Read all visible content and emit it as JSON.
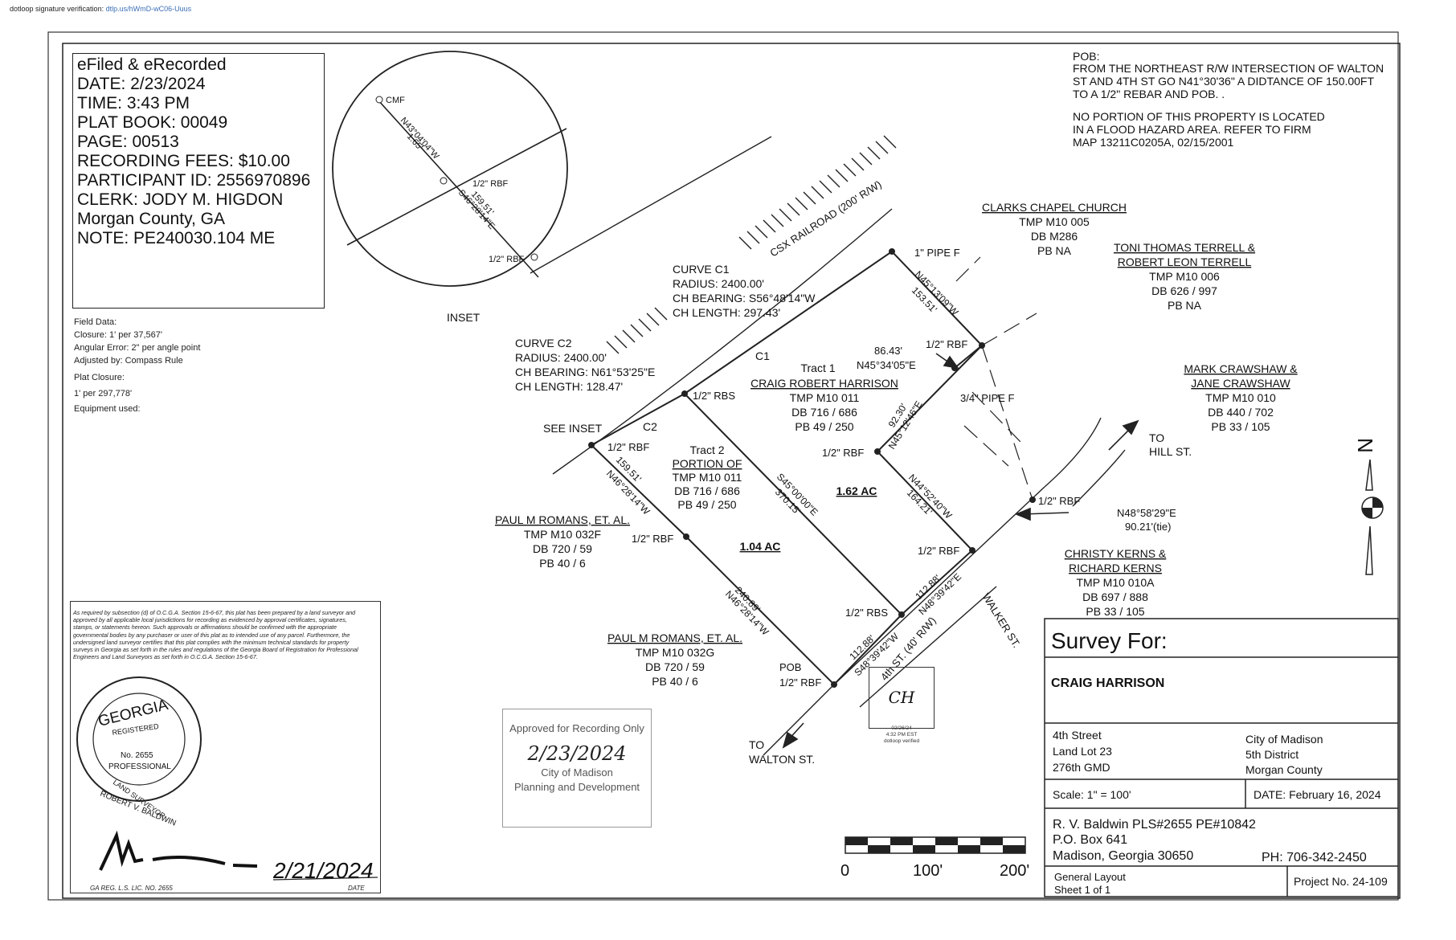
{
  "verification": {
    "label": "dotloop signature verification:",
    "link": "dtlp.us/hWmD-wC06-Uuus"
  },
  "recording": {
    "efiled": "eFiled & eRecorded",
    "date": "DATE: 2/23/2024",
    "time": "TIME: 3:43 PM",
    "plat_book": "PLAT BOOK: 00049",
    "page": "PAGE: 00513",
    "fees": "RECORDING FEES: $10.00",
    "participant": "PARTICIPANT ID: 2556970896",
    "clerk": "CLERK: JODY M. HIGDON",
    "county": "Morgan County, GA",
    "note": "NOTE: PE240030.104 ME"
  },
  "field_data": {
    "title": "Field Data:",
    "closure": "Closure: 1' per 37,567'",
    "angular": "Angular Error: 2\" per angle point",
    "adjusted": "Adjusted by: Compass Rule",
    "plat_closure": "Plat Closure:",
    "plat_closure_val": "1' per 297,778'",
    "equipment": "Equipment used:"
  },
  "legal_text": "As required by subsection (d) of O.C.G.A. Section 15-6-67, this plat has been prepared by a land surveyor and approved by all applicable local jurisdictions for recording as evidenced by approval certificates, signatures, stamps, or statements hereon. Such approvals or affirmations should be confirmed with the appropriate governmental bodies by any purchaser or user of this plat as to intended use of any parcel. Furthermore, the undersigned land surveyor certifies that this plat complies with the minimum technical standards for property surveys in Georgia as set forth in the rules and regulations of the Georgia Board of Registration for Professional Engineers and Land Surveyors as set forth in O.C.G.A. Section 15-6-67.",
  "seal": {
    "state": "GEORGIA",
    "registered": "REGISTERED",
    "number": "No. 2655",
    "professional": "PROFESSIONAL",
    "land_surveyor": "LAND SURVEYOR",
    "name": "ROBERT V. BALDWIN",
    "sign_date": "2/21/2024",
    "reg_lic": "GA REG. L.S. LIC. NO. 2655",
    "date_label": "DATE"
  },
  "approved": {
    "header": "Approved for Recording Only",
    "sign_date": "2/23/2024",
    "city": "City of Madison",
    "dept": "Planning and Development"
  },
  "stamp": {
    "initials": "CH",
    "date": "02/26/24",
    "time": "4:32 PM EST",
    "note": "dotloop verified"
  },
  "notes": {
    "pob_title": "POB:",
    "pob_line1": "FROM THE NORTHEAST R/W INTERSECTION OF WALTON",
    "pob_line2": "ST AND 4TH ST GO N41°30'36\" A DIDTANCE OF 150.00FT",
    "pob_line3": "TO A 1/2\" REBAR AND POB. .",
    "flood_line1": "NO PORTION OF THIS PROPERTY IS  LOCATED",
    "flood_line2": "IN A FLOOD HAZARD AREA.  REFER TO FIRM",
    "flood_line3": "MAP 13211C0205A, 02/15/2001"
  },
  "inset": {
    "label": "INSET",
    "cmf": "CMF",
    "brg1": "N43°04'04\"W",
    "dist1": "1.65'",
    "rbf1": "1/2\" RBF",
    "dist2": "159.51'",
    "brg2": "S46°28'14\"E",
    "rbf2": "1/2\" RBF"
  },
  "plat": {
    "railroad": "CSX RAILROAD (200' R/W)",
    "curve_c1": {
      "name": "CURVE C1",
      "radius": "RADIUS:        2400.00'",
      "ch_bearing": "CH BEARING: S56°48'14\"W",
      "ch_length": "CH LENGTH:   297.43'"
    },
    "curve_c2": {
      "name": "CURVE C2",
      "radius": "RADIUS:        2400.00'",
      "ch_bearing": "CH BEARING: N61°53'25\"E",
      "ch_length": "CH LENGTH:   128.47'"
    },
    "c1": "C1",
    "c2": "C2",
    "see_inset": "SEE INSET",
    "pipe_f_1": "1\" PIPE F",
    "pipe_f_34": "3/4\" PIPE F",
    "rbf": "1/2\" RBF",
    "rbs": "1/2\" RBS",
    "pob": "POB",
    "brg_n45_13": "N45°13'09\"W",
    "dist_153": "153.51'",
    "dist_86": "86.43'",
    "brg_n45_34": "N45°34'05\"E",
    "dist_92": "92.30'",
    "brg_n45_12": "N45°12'46\"E",
    "brg_n44_52": "N44°52'40\"W",
    "dist_164": "164.21'",
    "brg_s45_00": "S45°00'00\"E",
    "dist_370": "370.15'",
    "dist_159": "159.51'",
    "brg_n46_1": "N46°28'14\"W",
    "dist_240": "240.89'",
    "brg_n46_2": "N46°28'14\"W",
    "dist_112a": "112.88'",
    "brg_n48_39": "N48°39'42\"E",
    "dist_112b": "112.88'",
    "brg_s48_39": "S48°39'42\"W",
    "tie_brg": "N48°58'29\"E",
    "tie_dist": "90.21'(tie)",
    "tract1": "Tract 1",
    "tract1_owner": "CRAIG ROBERT HARRISON",
    "tract1_tmp": "TMP M10 011",
    "tract1_db": "DB 716 / 686",
    "tract1_pb": "PB 49 / 250",
    "tract1_area": "1.62 AC",
    "tract2": "Tract 2",
    "tract2_portion": "PORTION OF",
    "tract2_tmp": "TMP M10 011",
    "tract2_db": "DB 716 / 686",
    "tract2_pb": "PB 49 / 250",
    "tract2_area": "1.04 AC",
    "walker_st": "WALKER ST.",
    "fourth_st": "4th ST. (40' R/W)",
    "to_hill": "TO",
    "hill_st": "HILL ST.",
    "to_walton": "TO",
    "walton_st": "WALTON ST."
  },
  "neighbors": {
    "clarks": {
      "name": "CLARKS CHAPEL CHURCH",
      "tmp": "TMP M10 005",
      "db": "DB M286",
      "pb": "PB NA"
    },
    "terrell": {
      "name1": "TONI THOMAS TERRELL &",
      "name2": "ROBERT LEON TERRELL",
      "tmp": "TMP M10 006",
      "db": "DB 626 / 997",
      "pb": "PB NA"
    },
    "crawshaw": {
      "name1": "MARK CRAWSHAW &",
      "name2": "JANE CRAWSHAW",
      "tmp": "TMP M10 010",
      "db": "DB 440 / 702",
      "pb": "PB 33 / 105"
    },
    "kerns": {
      "name1": "CHRISTY KERNS &",
      "name2": "RICHARD KERNS",
      "tmp": "TMP M10 010A",
      "db": "DB 697 / 888",
      "pb": "PB 33 / 105"
    },
    "romans1": {
      "name": "PAUL M ROMANS, ET. AL.",
      "tmp": "TMP M10 032F",
      "db": "DB 720 / 59",
      "pb": "PB 40 / 6"
    },
    "romans2": {
      "name": "PAUL M ROMANS, ET. AL.",
      "tmp": "TMP M10 032G",
      "db": "DB 720 / 59",
      "pb": "PB 40 / 6"
    }
  },
  "north": "N",
  "scale_bar": {
    "zero": "0",
    "mid": "100'",
    "end": "200'"
  },
  "title_block": {
    "survey_for": "Survey For:",
    "client": "CRAIG HARRISON",
    "street": "4th Street",
    "land_lot": "Land Lot 23",
    "gmd": "276th GMD",
    "city": "City of Madison",
    "district": "5th District",
    "county": "Morgan County",
    "scale": "Scale: 1\" = 100'",
    "date": "DATE: February 16, 2024",
    "surveyor": "R. V. Baldwin  PLS#2655  PE#10842",
    "box": "P.O. Box 641",
    "address": "Madison, Georgia  30650",
    "phone": "PH:  706-342-2450",
    "layout": "General Layout",
    "sheet": "Sheet 1 of 1",
    "project": "Project No. 24-109"
  }
}
